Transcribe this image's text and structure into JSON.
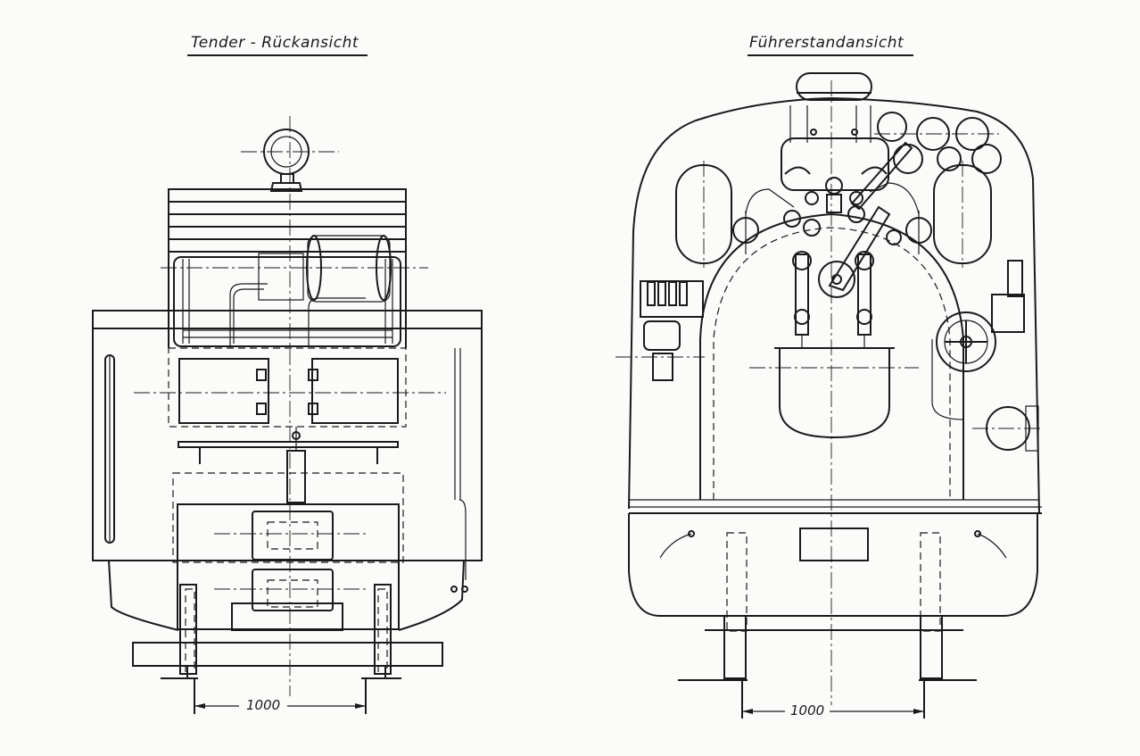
{
  "left_view": {
    "title": "Tender - Rückansicht",
    "dimension": "1000"
  },
  "right_view": {
    "title": "Führerstandansicht",
    "dimension": "1000"
  }
}
